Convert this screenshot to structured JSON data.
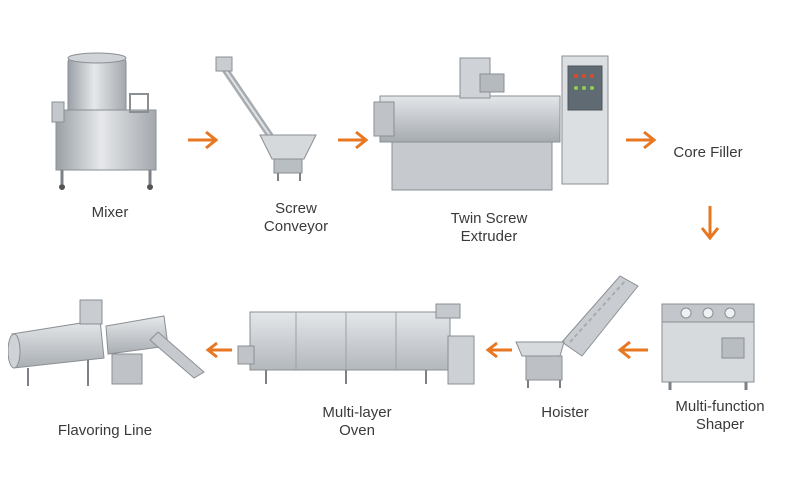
{
  "colors": {
    "arrow": "#e87722",
    "steel_light": "#dcdfe2",
    "steel_mid": "#b9bec3",
    "steel_dark": "#8d9398",
    "text": "#3a3a3a"
  },
  "steps": [
    {
      "id": "mixer",
      "lines": [
        "Mixer"
      ]
    },
    {
      "id": "screw-conveyor",
      "lines": [
        "Screw",
        "Conveyor"
      ]
    },
    {
      "id": "twin-screw-extruder",
      "lines": [
        "Twin Screw",
        "Extruder"
      ]
    },
    {
      "id": "core-filler",
      "lines": [
        "Core Filler"
      ]
    },
    {
      "id": "multi-function-shaper",
      "lines": [
        "Multi-function",
        "Shaper"
      ]
    },
    {
      "id": "hoister",
      "lines": [
        "Hoister"
      ]
    },
    {
      "id": "multi-layer-oven",
      "lines": [
        "Multi-layer",
        "Oven"
      ]
    },
    {
      "id": "flavoring-line",
      "lines": [
        "Flavoring Line"
      ]
    }
  ],
  "arrows": [
    {
      "from": "mixer",
      "to": "screw-conveyor",
      "direction": "right"
    },
    {
      "from": "screw-conveyor",
      "to": "twin-screw-extruder",
      "direction": "right"
    },
    {
      "from": "twin-screw-extruder",
      "to": "core-filler",
      "direction": "right"
    },
    {
      "from": "core-filler",
      "to": "multi-function-shaper",
      "direction": "down"
    },
    {
      "from": "multi-function-shaper",
      "to": "hoister",
      "direction": "left"
    },
    {
      "from": "hoister",
      "to": "multi-layer-oven",
      "direction": "left"
    },
    {
      "from": "multi-layer-oven",
      "to": "flavoring-line",
      "direction": "left"
    }
  ]
}
